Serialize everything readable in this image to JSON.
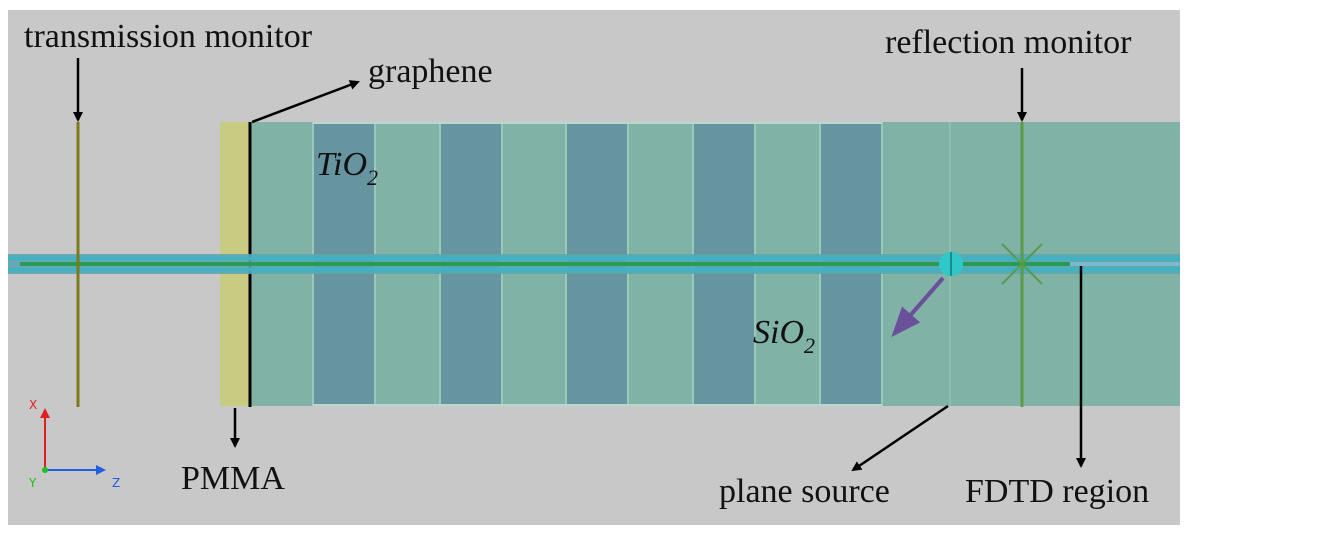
{
  "labels": {
    "transmission_monitor": "transmission monitor",
    "graphene": "graphene",
    "reflection_monitor": "reflection monitor",
    "pmma": "PMMA",
    "plane_source": "plane source",
    "fdtd_region": "FDTD region",
    "tio2_base": "TiO",
    "tio2_sub": "2",
    "sio2_base": "SiO",
    "sio2_sub": "2"
  },
  "axes": {
    "x": "X",
    "y": "Y",
    "z": "Z"
  },
  "colors": {
    "background": "#c8c8c8",
    "pmma": "#c8cc82",
    "sio2_layer": "#80b2a6",
    "tio2_layer": "#6695a0",
    "monitor_line": "#7a7a1e",
    "reflection_line": "#5c9a48",
    "source": "#2ec8c8",
    "source_arrow": "#6a4f9a",
    "axis_x": "#e02020",
    "axis_z": "#2060e0",
    "axis_y": "#20c020"
  }
}
